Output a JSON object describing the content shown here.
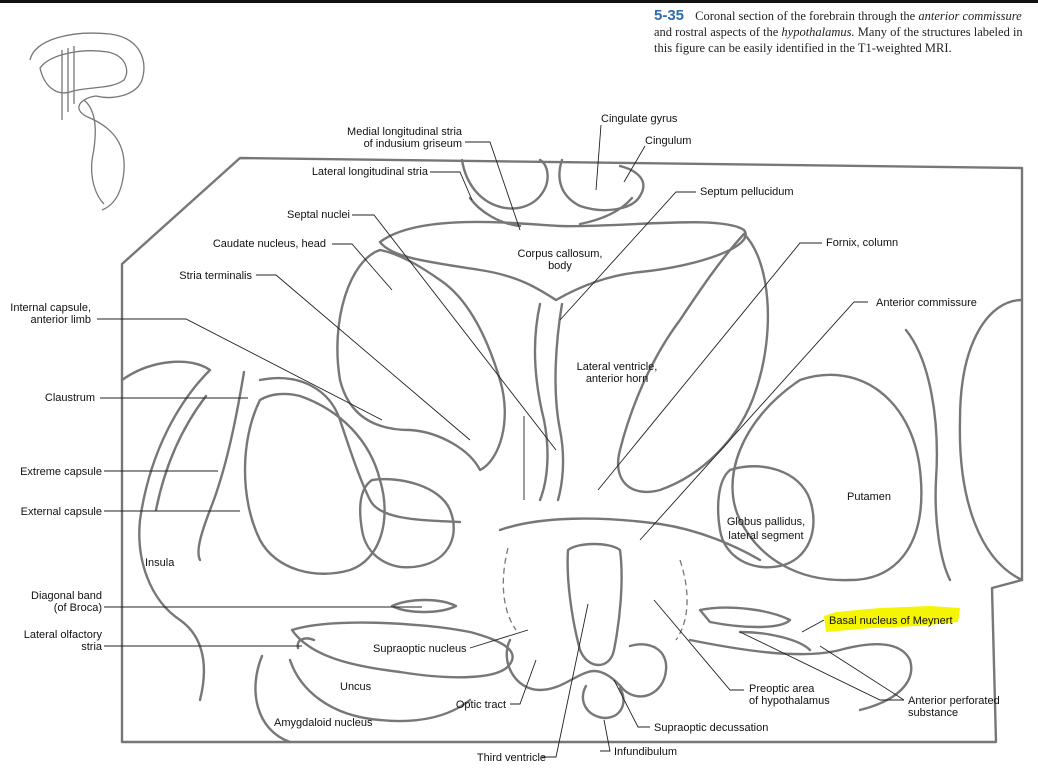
{
  "caption": {
    "figure_number": "5-35",
    "text_1": "Coronal section of the forebrain through the",
    "italic_1": "anterior commissure",
    "text_2": "and rostral aspects of the",
    "italic_2": "hypothalamus.",
    "text_3": "Many of the structures labeled in this figure can be easily identified in the T1-weighted MRI."
  },
  "highlight_color": "#f5f500",
  "labels": {
    "cingulate_gyrus": "Cingulate gyrus",
    "cingulum": "Cingulum",
    "medial_longitudinal_stria_1": "Medial longitudinal stria",
    "medial_longitudinal_stria_2": "of indusium griseum",
    "lateral_longitudinal_stria": "Lateral longitudinal stria",
    "septum_pellucidum": "Septum pellucidum",
    "septal_nuclei": "Septal nuclei",
    "caudate_nucleus_head": "Caudate nucleus, head",
    "corpus_callosum_1": "Corpus callosum,",
    "corpus_callosum_2": "body",
    "fornix_column": "Fornix, column",
    "stria_terminalis": "Stria terminalis",
    "anterior_commissure": "Anterior commissure",
    "internal_capsule_1": "Internal capsule,",
    "internal_capsule_2": "anterior limb",
    "lateral_ventricle_1": "Lateral ventricle,",
    "lateral_ventricle_2": "anterior horn",
    "claustrum": "Claustrum",
    "extreme_capsule": "Extreme capsule",
    "putamen": "Putamen",
    "external_capsule": "External capsule",
    "globus_pallidus_1": "Globus pallidus,",
    "globus_pallidus_2": "lateral segment",
    "insula": "Insula",
    "diagonal_band_1": "Diagonal band",
    "diagonal_band_2": "(of Broca)",
    "basal_nucleus": "Basal nucleus of Meynert",
    "lateral_olfactory_1": "Lateral olfactory",
    "lateral_olfactory_2": "stria",
    "supraoptic_nucleus": "Supraoptic nucleus",
    "uncus": "Uncus",
    "preoptic_area_1": "Preoptic area",
    "preoptic_area_2": "of hypothalamus",
    "anterior_perforated_1": "Anterior perforated",
    "anterior_perforated_2": "substance",
    "optic_tract": "Optic tract",
    "amygdaloid_nucleus": "Amygdaloid nucleus",
    "supraoptic_decussation": "Supraoptic decussation",
    "infundibulum": "Infundibulum",
    "third_ventricle": "Third ventricle"
  }
}
